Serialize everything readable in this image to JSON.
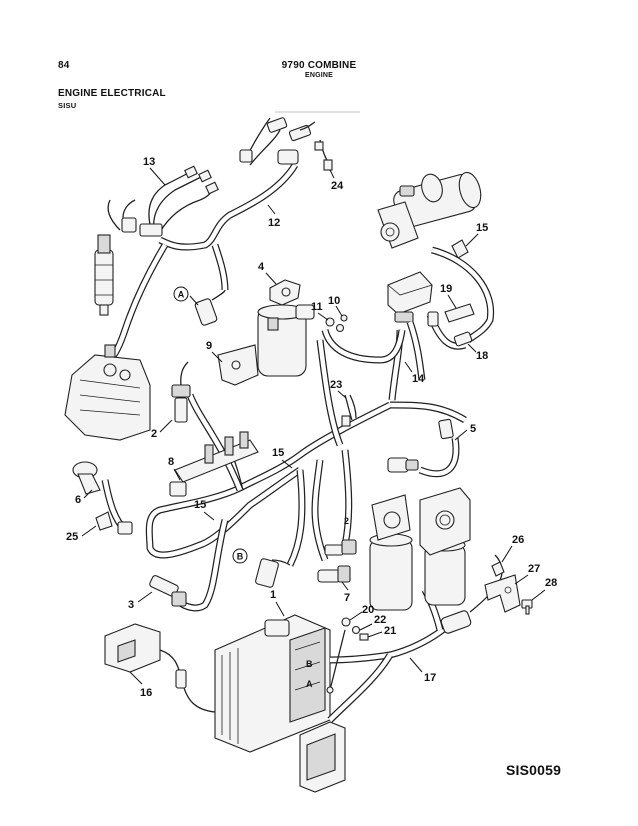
{
  "header": {
    "page_number": "84",
    "title": "9790 COMBINE",
    "subtitle": "ENGINE",
    "section": "ENGINE ELECTRICAL",
    "subsection": "SISU"
  },
  "figure": {
    "code": "SIS0059",
    "callouts": [
      "1",
      "2",
      "3",
      "4",
      "5",
      "6",
      "7",
      "8",
      "9",
      "10",
      "11",
      "12",
      "13",
      "14",
      "15",
      "16",
      "17",
      "18",
      "19",
      "20",
      "21",
      "22",
      "23",
      "24",
      "25",
      "26",
      "27",
      "28",
      "15"
    ],
    "reference_labels": [
      "A",
      "B"
    ],
    "module_labels": [
      "B",
      "A"
    ],
    "small_label": "2"
  }
}
